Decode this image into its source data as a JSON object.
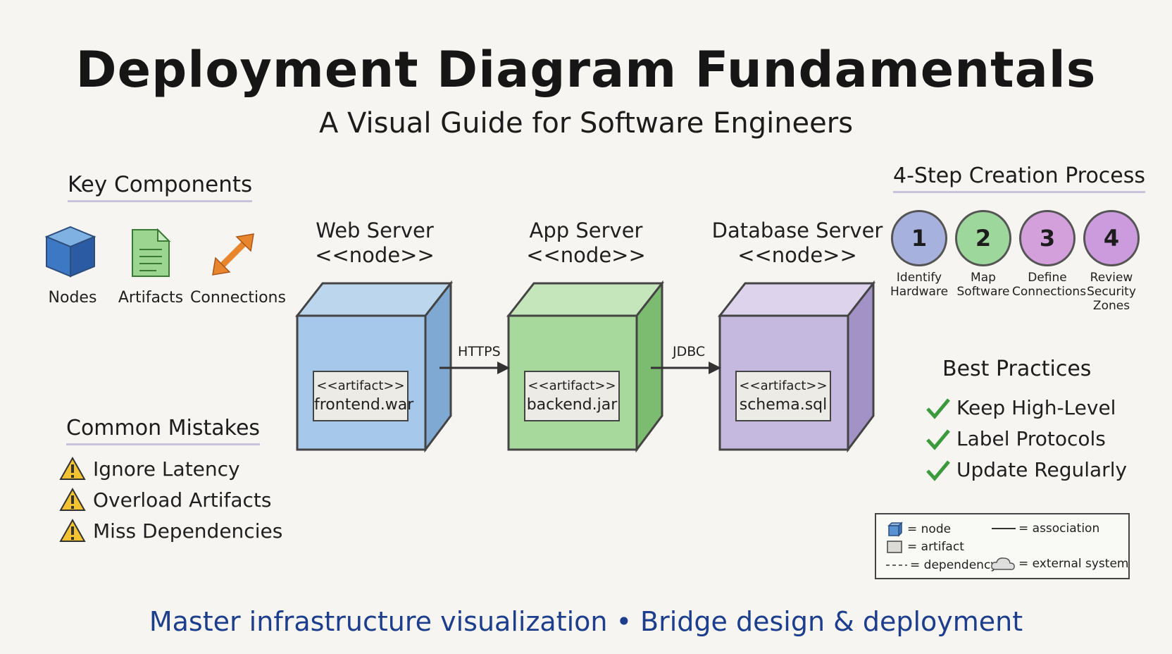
{
  "header": {
    "title": "Deployment Diagram Fundamentals",
    "subtitle": "A Visual Guide for Software Engineers"
  },
  "key_components": {
    "heading": "Key Components",
    "items": [
      {
        "label": "Nodes",
        "icon": "cube-icon"
      },
      {
        "label": "Artifacts",
        "icon": "document-icon"
      },
      {
        "label": "Connections",
        "icon": "double-arrow-icon"
      }
    ]
  },
  "nodes": [
    {
      "name": "Web Server",
      "stereotype": "<<node>>",
      "artifact_stereotype": "<<artifact>>",
      "artifact": "frontend.war",
      "color": "#8fb7e0"
    },
    {
      "name": "App Server",
      "stereotype": "<<node>>",
      "artifact_stereotype": "<<artifact>>",
      "artifact": "backend.jar",
      "color": "#93cf85"
    },
    {
      "name": "Database Server",
      "stereotype": "<<node>>",
      "artifact_stereotype": "<<artifact>>",
      "artifact": "schema.sql",
      "color": "#b7a6d6"
    }
  ],
  "connections": [
    {
      "label": "HTTPS",
      "from": "Web Server",
      "to": "App Server"
    },
    {
      "label": "JDBC",
      "from": "App Server",
      "to": "Database Server"
    }
  ],
  "process": {
    "heading": "4-Step Creation Process",
    "steps": [
      {
        "number": "1",
        "line1": "Identify",
        "line2": "Hardware",
        "line3": "",
        "color": "#9da9da"
      },
      {
        "number": "2",
        "line1": "Map",
        "line2": "Software",
        "line3": "",
        "color": "#93d395"
      },
      {
        "number": "3",
        "line1": "Define",
        "line2": "Connections",
        "line3": "",
        "color": "#cf96d8"
      },
      {
        "number": "4",
        "line1": "Review",
        "line2": "Security",
        "line3": "Zones",
        "color": "#c590d8"
      }
    ]
  },
  "mistakes": {
    "heading": "Common Mistakes",
    "items": [
      "Ignore Latency",
      "Overload Artifacts",
      "Miss Dependencies"
    ]
  },
  "practices": {
    "heading": "Best Practices",
    "items": [
      "Keep High-Level",
      "Label Protocols",
      "Update Regularly"
    ]
  },
  "legend": {
    "node": "= node",
    "artifact": "= artifact",
    "dependency": "= dependency",
    "association": "= association",
    "external": "= external system"
  },
  "footer": "Master infrastructure visualization • Bridge design & deployment",
  "colors": {
    "footer_text": "#1c3e8c",
    "check": "#3a9a3c",
    "warning": "#f2c230"
  }
}
